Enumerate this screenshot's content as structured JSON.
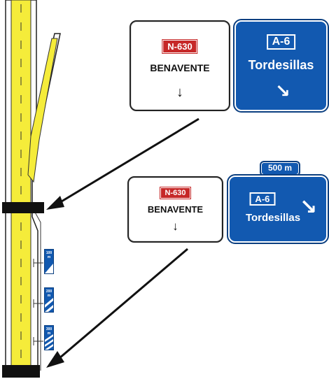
{
  "sign_upper": {
    "route_badge": "N-630",
    "destination": "BENAVENTE",
    "arrow": "↓"
  },
  "sign_upper_blue": {
    "route_badge": "A-6",
    "destination": "Tordesillas",
    "arrow": "↘"
  },
  "distance_plate": "500 m",
  "sign_lower": {
    "route_badge": "N-630",
    "destination": "BENAVENTE",
    "arrow": "↓"
  },
  "sign_lower_blue": {
    "route_badge": "A-6",
    "destination": "Tordesillas",
    "arrow": "↘"
  },
  "countdown_markers": [
    {
      "label": "100 m",
      "stripes": 1
    },
    {
      "label": "200 m",
      "stripes": 2
    },
    {
      "label": "300 m",
      "stripes": 3
    }
  ],
  "colors": {
    "road_fill": "#f5ec3a",
    "sign_blue": "#1259b0",
    "route_red": "#c62828",
    "gantry": "#111111"
  }
}
